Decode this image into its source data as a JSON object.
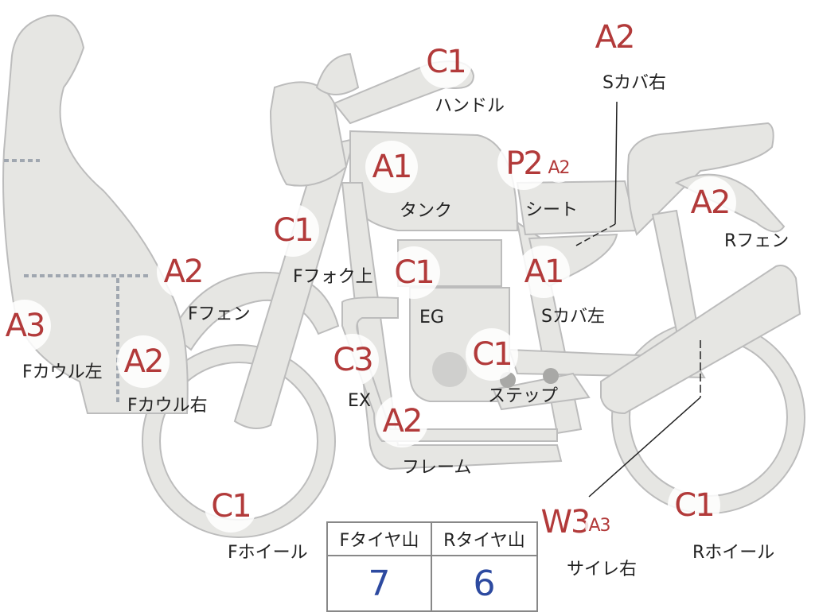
{
  "parts": [
    {
      "id": "a3-fcowl-left",
      "grade": "A3",
      "label": "Fカウル左"
    },
    {
      "id": "a2-fcowl-right",
      "grade": "A2",
      "label": "Fカウル右"
    },
    {
      "id": "a2-ffender",
      "grade": "A2",
      "label": "Fフェン"
    },
    {
      "id": "c1-fork",
      "grade": "C1",
      "label": "Fフォク上"
    },
    {
      "id": "c1-handle",
      "grade": "C1",
      "label": "ハンドル"
    },
    {
      "id": "a1-tank",
      "grade": "A1",
      "label": "タンク"
    },
    {
      "id": "c1-eg",
      "grade": "C1",
      "label": "EG"
    },
    {
      "id": "c3-ex",
      "grade": "C3",
      "label": "EX"
    },
    {
      "id": "a2-frame",
      "grade": "A2",
      "label": "フレーム"
    },
    {
      "id": "c1-step",
      "grade": "C1",
      "label": "ステップ"
    },
    {
      "id": "c1-fwheel",
      "grade": "C1",
      "label": "Fホイール"
    },
    {
      "id": "p2-seat",
      "grade": "P2",
      "sub_grade": "A2",
      "label": "シート"
    },
    {
      "id": "a2-scover-right",
      "grade": "A2",
      "label": "Sカバ右"
    },
    {
      "id": "a1-scover-left",
      "grade": "A1",
      "label": "Sカバ左"
    },
    {
      "id": "a2-rfender",
      "grade": "A2",
      "label": "Rフェン"
    },
    {
      "id": "w3-muffler-right",
      "grade": "W3",
      "sub_grade": "A3",
      "label": "サイレ右"
    },
    {
      "id": "c1-rwheel",
      "grade": "C1",
      "label": "Rホイール"
    }
  ],
  "tire_table": {
    "headers": [
      "Fタイヤ山",
      "Rタイヤ山"
    ],
    "values": [
      "7",
      "6"
    ]
  },
  "colors": {
    "grade": "#b23a3a",
    "tire_value": "#2d4aa0",
    "body_fill": "#e6e6e3",
    "body_stroke": "#bcbcbc"
  }
}
